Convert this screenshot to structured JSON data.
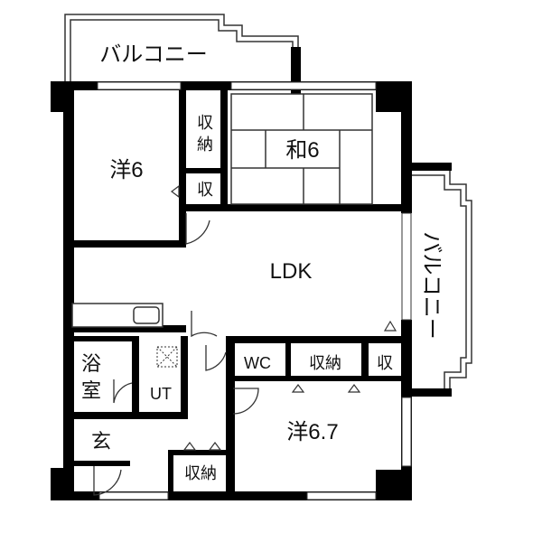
{
  "rooms": {
    "western_room_6": "洋6",
    "japanese_room_6": "和6",
    "ldk": "LDK",
    "western_room_67": "洋6.7",
    "wc": "WC",
    "utility": "UT",
    "entrance": "玄",
    "bath_line1": "浴",
    "bath_line2": "室"
  },
  "storage": {
    "upper_line1": "収",
    "upper_line2": "納",
    "small_upper": "収",
    "middle": "収納",
    "small_right": "収",
    "lower": "収納"
  },
  "balconies": {
    "top": "バルコニー",
    "right": "バルコニー"
  },
  "colors": {
    "wall": "#000000",
    "thin_line": "#333333",
    "background": "#ffffff"
  }
}
